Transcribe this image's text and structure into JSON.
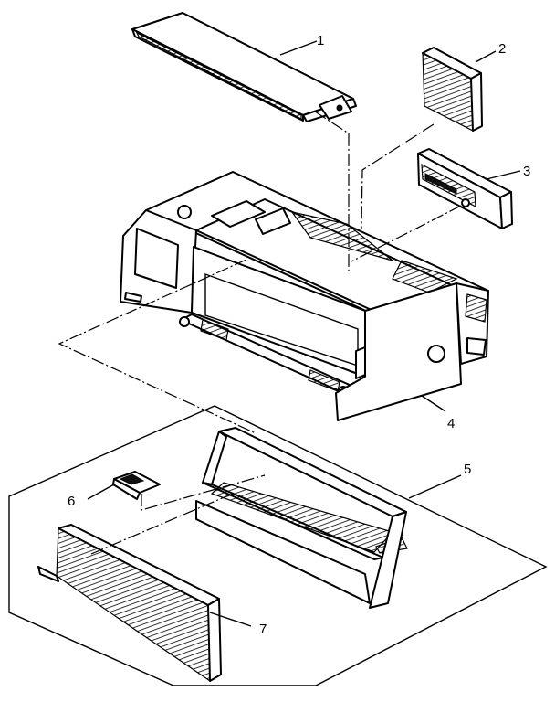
{
  "diagram": {
    "parts": [
      {
        "id": "1",
        "label": "1"
      },
      {
        "id": "2",
        "label": "2"
      },
      {
        "id": "3",
        "label": "3"
      },
      {
        "id": "4",
        "label": "4"
      },
      {
        "id": "5",
        "label": "5"
      },
      {
        "id": "6",
        "label": "6"
      },
      {
        "id": "7",
        "label": "7"
      }
    ],
    "colors": {
      "ink": "#000000",
      "paper": "#ffffff"
    }
  }
}
